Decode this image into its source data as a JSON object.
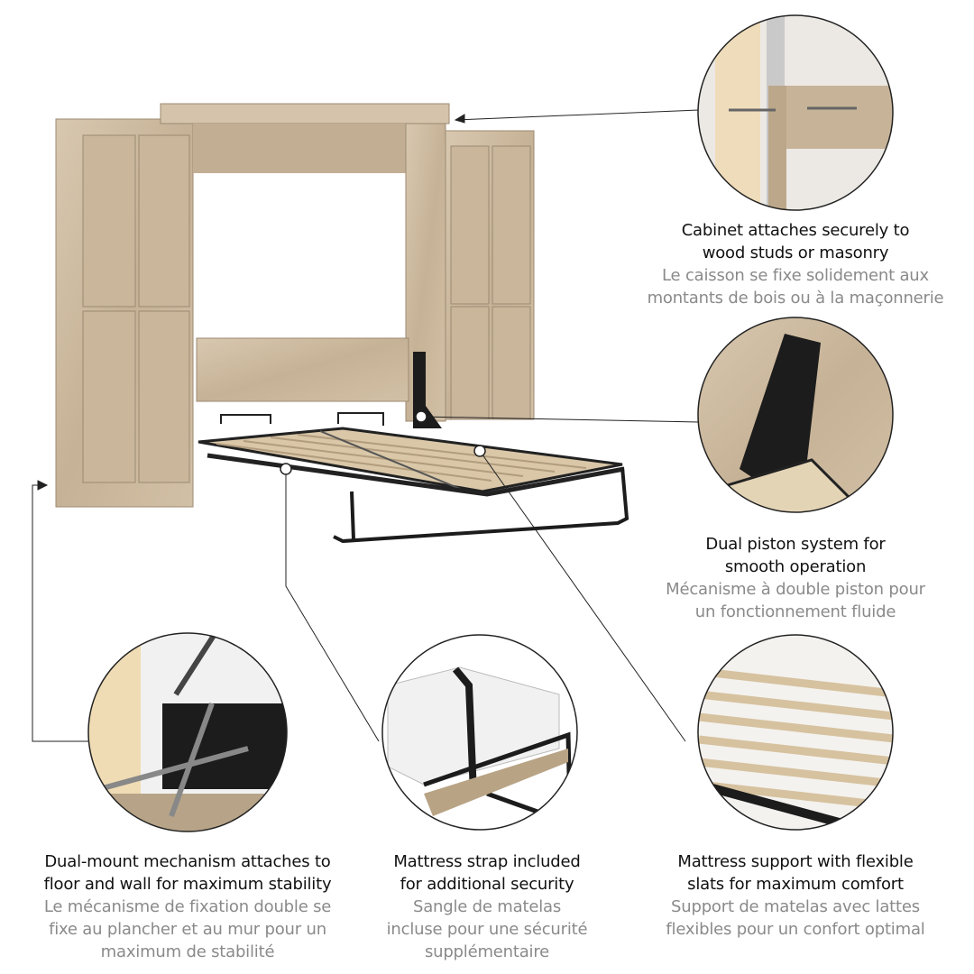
{
  "colors": {
    "wood": "#cdbba3",
    "wood_dark": "#a8957c",
    "metal": "#1c1c1c",
    "fr_text": "#8a8a8a"
  },
  "features": {
    "cabinet": {
      "en": [
        "Cabinet attaches securely to",
        "wood studs or masonry"
      ],
      "fr": [
        "Le caisson se fixe solidement aux",
        "montants de bois ou à la maçonnerie"
      ]
    },
    "piston": {
      "en": [
        "Dual piston system for",
        "smooth operation"
      ],
      "fr": [
        "Mécanisme à double piston pour",
        "un fonctionnement fluide"
      ]
    },
    "mount": {
      "en": [
        "Dual-mount mechanism attaches to",
        "floor and wall for maximum stability"
      ],
      "fr": [
        "Le mécanisme de fixation double se",
        "fixe au plancher et au mur pour un",
        "maximum de stabilité"
      ]
    },
    "strap": {
      "en": [
        "Mattress strap included",
        "for additional security"
      ],
      "fr": [
        "Sangle de matelas",
        "incluse pour une sécurité",
        "supplémentaire"
      ]
    },
    "slats": {
      "en": [
        "Mattress support with flexible",
        "slats for maximum comfort"
      ],
      "fr": [
        "Support de matelas avec lattes",
        "flexibles pour un confort optimal"
      ]
    }
  }
}
